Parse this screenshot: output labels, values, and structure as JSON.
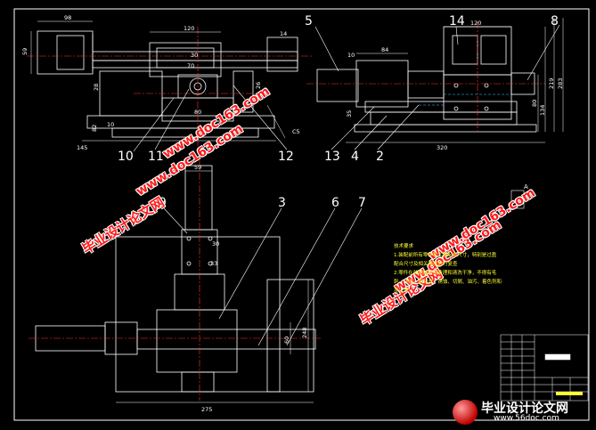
{
  "drawing": {
    "colors": {
      "background": "#000000",
      "outline": "#ffffff",
      "centerline": "#ff3333",
      "hidden": "#33ccff",
      "part": "#ffffff",
      "dimension": "#ffffff",
      "leader": "#ffffff",
      "note": "#ffff33"
    },
    "front_view": {
      "dims": {
        "d98": "98",
        "d120": "120",
        "d59": "59",
        "d14": "14",
        "d30": "30",
        "d70": "70",
        "d26": "26",
        "d80": "80",
        "d28": "28",
        "d145": "145",
        "d10": "10",
        "d82": "82",
        "c5": "C5"
      },
      "callouts": {
        "c10": "10",
        "c11": "11",
        "c12": "12"
      }
    },
    "side_view": {
      "dims": {
        "d120": "120",
        "d10": "10",
        "d84": "84",
        "d35": "35",
        "d80": "80",
        "d134": "134",
        "d219": "219",
        "d283": "283",
        "d320": "320"
      },
      "callouts": {
        "c5": "5",
        "c14": "14",
        "c8": "8",
        "c13": "13",
        "c4": "4",
        "c2": "2"
      }
    },
    "top_view": {
      "dims": {
        "d59": "59",
        "d30": "30",
        "d33": "33",
        "d275": "275",
        "d60": "60",
        "d248": "248"
      },
      "callouts": {
        "c9": "9",
        "c3": "3",
        "c6": "6",
        "c7": "7"
      }
    },
    "detail": {
      "label": "A"
    },
    "notes": {
      "title": "技术要求",
      "lines": [
        "1.装配前所有零件和主要配合尺寸，特别是过盈",
        "配合尺寸及相关精度进行复查",
        "2.零件在装配前必须清理和清洗干净，不得有毛",
        "刺、飞边、氧化皮、锈蚀、切屑、油污、着色剂和",
        "灰尘等"
      ]
    }
  },
  "watermark": {
    "site_name": "毕业设计论文网",
    "url": "www.doc163.com"
  },
  "logo": {
    "title": "毕业设计论文网",
    "url": "www.56doc.com"
  }
}
